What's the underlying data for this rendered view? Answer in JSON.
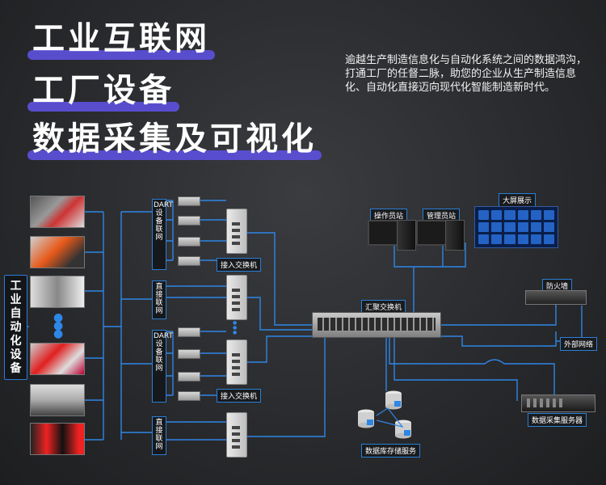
{
  "titles": [
    "工业互联网",
    "工厂设备",
    "数据采集及可视化"
  ],
  "description": "逾越生产制造信息化与自动化系统之间的数据鸿沟，打通工厂的任督二脉，助您的企业从生产制造信息化、自动化直接迈向现代化智能制造新时代。",
  "left_label": [
    "工",
    "业",
    "自",
    "动",
    "化",
    "设",
    "备"
  ],
  "groups": [
    {
      "label": "DART设备联网",
      "switch_label": "接入交换机"
    },
    {
      "label": "直接联网"
    },
    {
      "label": "DART设备联网",
      "switch_label": "接入交换机"
    },
    {
      "label": "直接联网"
    }
  ],
  "nodes": {
    "operator_station": "操作员站",
    "admin_station": "管理员站",
    "big_screen": "大屏展示",
    "core_switch": "汇聚交换机",
    "firewall": "防火墙",
    "external_network": "外部网络",
    "database_service": "数据库存储服务",
    "collection_server": "数据采集服务器"
  },
  "colors": {
    "line": "#2e86e6",
    "highlight": "#5b4fd6"
  }
}
